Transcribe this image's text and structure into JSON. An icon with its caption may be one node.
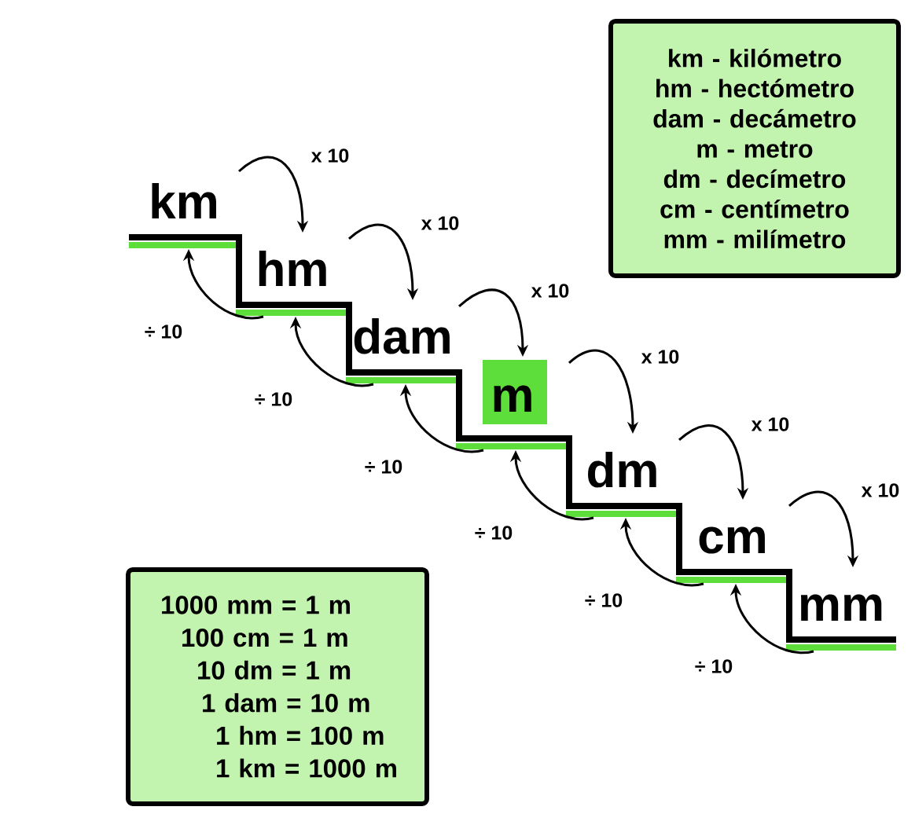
{
  "diagram": {
    "nodes": [
      {
        "text": [
          "km - kilómetro",
          "hm - hectómetro",
          "dam - decámetro",
          "m - metro",
          "dm - decímetro",
          "cm - centímetro",
          "mm - milímetro"
        ]
      },
      {
        "text": [
          "km"
        ]
      },
      {
        "text": [
          "hm"
        ]
      },
      {
        "text": [
          "dam"
        ]
      },
      {
        "text": [
          "m"
        ]
      },
      {
        "text": [
          "dm"
        ]
      },
      {
        "text": [
          "cm"
        ]
      },
      {
        "text": [
          "mm"
        ]
      },
      {
        "text": [
          "1000 mm = 1 m",
          "100 cm = 1 m",
          "10 dm = 1 m",
          "1 dam = 10 m",
          "1 hm = 100 m",
          "1 km = 1000 m"
        ]
      }
    ],
    "edges": [
      {
        "from": 1,
        "to": 2,
        "arrow": "to",
        "label": "x 10"
      },
      {
        "from": 2,
        "to": 1,
        "arrow": "to",
        "label": "÷ 10"
      },
      {
        "from": 2,
        "to": 3,
        "arrow": "to",
        "label": "x 10"
      },
      {
        "from": 3,
        "to": 2,
        "arrow": "to",
        "label": "÷ 10"
      },
      {
        "from": 3,
        "to": 4,
        "arrow": "to",
        "label": "x 10"
      },
      {
        "from": 4,
        "to": 3,
        "arrow": "to",
        "label": "÷ 10"
      },
      {
        "from": 4,
        "to": 5,
        "arrow": "to",
        "label": "x 10"
      },
      {
        "from": 5,
        "to": 4,
        "arrow": "to",
        "label": "÷ 10"
      },
      {
        "from": 5,
        "to": 6,
        "arrow": "to",
        "label": "x 10"
      },
      {
        "from": 6,
        "to": 5,
        "arrow": "to",
        "label": "÷ 10"
      },
      {
        "from": 6,
        "to": 7,
        "arrow": "to",
        "label": "x 10"
      },
      {
        "from": 7,
        "to": 6,
        "arrow": "to",
        "label": "÷ 10"
      }
    ]
  }
}
